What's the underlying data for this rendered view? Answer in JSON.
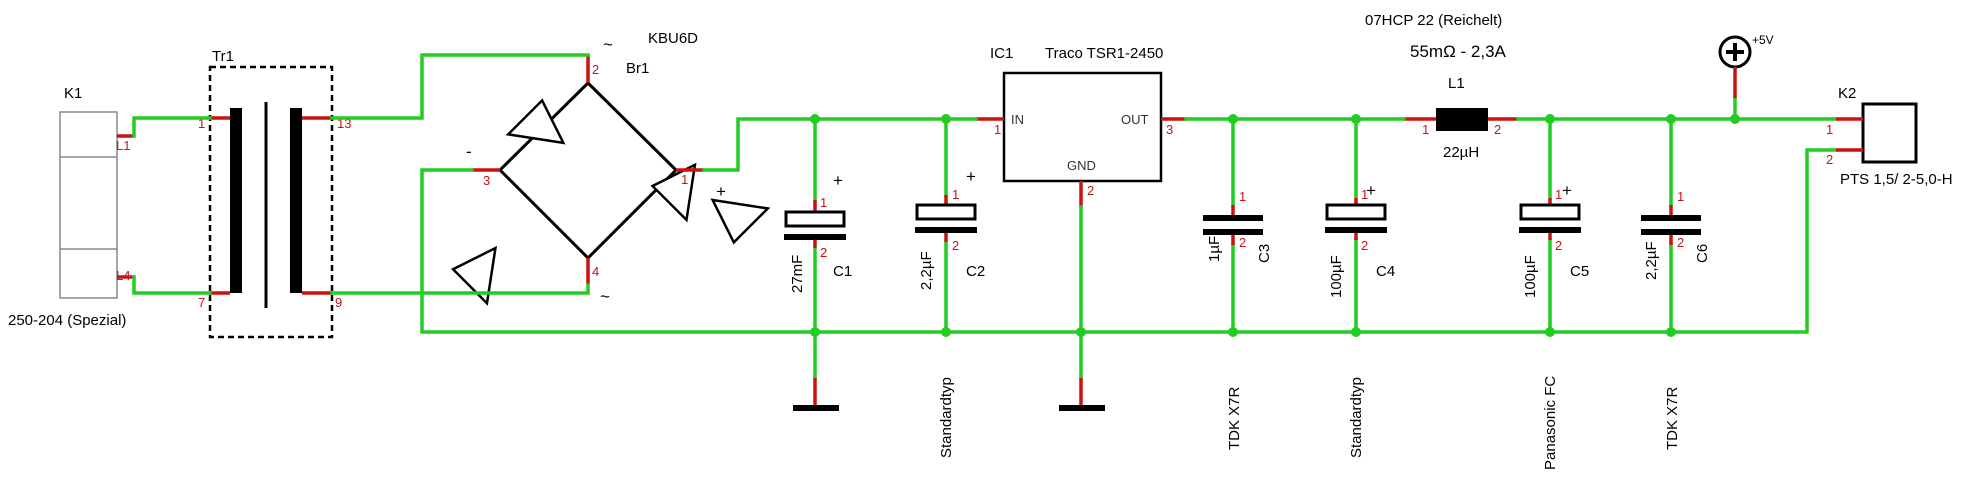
{
  "colors": {
    "wire": "#22cc22",
    "pin": "#cc1111",
    "body": "#000000"
  },
  "k1": {
    "ref": "K1",
    "type": "250-204 (Spezial)",
    "pin_top": "L1",
    "pin_bottom": "L4"
  },
  "tr1": {
    "ref": "Tr1",
    "pins": [
      "1",
      "7",
      "13",
      "9"
    ]
  },
  "br1": {
    "ref": "Br1",
    "type": "KBU6D",
    "pins": [
      "2",
      "3",
      "1",
      "4"
    ],
    "tilde_top": "~",
    "tilde_bottom": "~",
    "minus": "-",
    "plus": "+"
  },
  "c1": {
    "ref": "C1",
    "value": "27mF",
    "pins": [
      "1",
      "2"
    ],
    "polarity": "+"
  },
  "c2": {
    "ref": "C2",
    "value": "2,2µF",
    "pins": [
      "1",
      "2"
    ],
    "polarity": "+",
    "note": "Standardtyp"
  },
  "ic1": {
    "ref": "IC1",
    "type": "Traco TSR1-2450",
    "in": "IN",
    "out": "OUT",
    "gnd": "GND",
    "pins": [
      "1",
      "3",
      "2"
    ]
  },
  "c3": {
    "ref": "C3",
    "value": "1µF",
    "pins": [
      "1",
      "2"
    ],
    "note": "TDK X7R"
  },
  "c4": {
    "ref": "C4",
    "value": "100µF",
    "pins": [
      "1",
      "2"
    ],
    "polarity": "+",
    "note": "Standardtyp"
  },
  "l1": {
    "ref": "L1",
    "value": "22µH",
    "part": "07HCP 22 (Reichelt)",
    "rating": "55mΩ - 2,3A",
    "pins": [
      "1",
      "2"
    ]
  },
  "c5": {
    "ref": "C5",
    "value": "100µF",
    "pins": [
      "1",
      "2"
    ],
    "polarity": "+",
    "note": "Panasonic FC"
  },
  "c6": {
    "ref": "C6",
    "value": "2,2µF",
    "pins": [
      "1",
      "2"
    ],
    "note": "TDK X7R"
  },
  "supply": {
    "label": "+5V"
  },
  "k2": {
    "ref": "K2",
    "type": "PTS 1,5/ 2-5,0-H",
    "pins": [
      "1",
      "2"
    ]
  }
}
